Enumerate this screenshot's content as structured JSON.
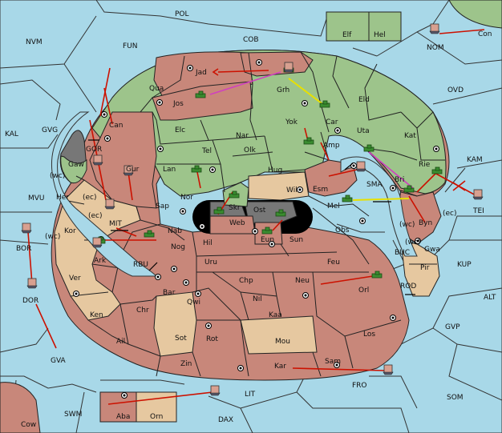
{
  "map_title": "",
  "sea_labels": [
    {
      "id": "POL",
      "text": "POL"
    },
    {
      "id": "NVM",
      "text": "NVM"
    },
    {
      "id": "FUN",
      "text": "FUN"
    },
    {
      "id": "COB",
      "text": "COB"
    },
    {
      "id": "Con",
      "text": "Con"
    },
    {
      "id": "NOM",
      "text": "NOM"
    },
    {
      "id": "OVD",
      "text": "OVD"
    },
    {
      "id": "KAL",
      "text": "KAL"
    },
    {
      "id": "GVG",
      "text": "GVG"
    },
    {
      "id": "KAM",
      "text": "KAM"
    },
    {
      "id": "MVU",
      "text": "MVU"
    },
    {
      "id": "SMA",
      "text": "SMA"
    },
    {
      "id": "TEI",
      "text": "TEI"
    },
    {
      "id": "MIT",
      "text": "MIT"
    },
    {
      "id": "BOR",
      "text": "BOR"
    },
    {
      "id": "RBU",
      "text": "RBU"
    },
    {
      "id": "BUC",
      "text": "BUC"
    },
    {
      "id": "KUP",
      "text": "KUP"
    },
    {
      "id": "DOR",
      "text": "DOR"
    },
    {
      "id": "ROD",
      "text": "ROD"
    },
    {
      "id": "ALT",
      "text": "ALT"
    },
    {
      "id": "GVP",
      "text": "GVP"
    },
    {
      "id": "GVA",
      "text": "GVA"
    },
    {
      "id": "FRO",
      "text": "FRO"
    },
    {
      "id": "SOM",
      "text": "SOM"
    },
    {
      "id": "SWM",
      "text": "SWM"
    },
    {
      "id": "LIT",
      "text": "LIT"
    },
    {
      "id": "DAX",
      "text": "DAX"
    },
    {
      "id": "Cow",
      "text": "Cow"
    },
    {
      "id": "GOR",
      "text": "GOR"
    }
  ],
  "land_labels": [
    {
      "id": "Elf",
      "text": "Elf"
    },
    {
      "id": "Hel",
      "text": "Hel"
    },
    {
      "id": "Jad",
      "text": "Jad"
    },
    {
      "id": "Qua",
      "text": "Qua"
    },
    {
      "id": "Jos",
      "text": "Jos"
    },
    {
      "id": "Grh",
      "text": "Grh"
    },
    {
      "id": "Eld",
      "text": "Eld"
    },
    {
      "id": "Can",
      "text": "Can"
    },
    {
      "id": "Yok",
      "text": "Yok"
    },
    {
      "id": "Car",
      "text": "Car"
    },
    {
      "id": "Elc",
      "text": "Elc"
    },
    {
      "id": "Nar",
      "text": "Nar"
    },
    {
      "id": "Uta",
      "text": "Uta"
    },
    {
      "id": "Kat",
      "text": "Kat"
    },
    {
      "id": "Tel",
      "text": "Tel"
    },
    {
      "id": "Olk",
      "text": "Olk"
    },
    {
      "id": "Amp",
      "text": "Amp"
    },
    {
      "id": "Gaw",
      "text": "Gaw"
    },
    {
      "id": "Gur",
      "text": "Gur"
    },
    {
      "id": "Lan",
      "text": "Lan"
    },
    {
      "id": "Hug",
      "text": "Hug"
    },
    {
      "id": "Rie",
      "text": "Rie"
    },
    {
      "id": "Wil",
      "text": "Wil"
    },
    {
      "id": "Esm",
      "text": "Esm"
    },
    {
      "id": "Nor",
      "text": "Nor"
    },
    {
      "id": "Bri",
      "text": "Bri"
    },
    {
      "id": "Her",
      "text": "Her"
    },
    {
      "id": "Sap",
      "text": "Sap"
    },
    {
      "id": "Skr",
      "text": "Skr"
    },
    {
      "id": "Ost",
      "text": "Ost"
    },
    {
      "id": "Mel",
      "text": "Mel"
    },
    {
      "id": "Web",
      "text": "Web"
    },
    {
      "id": "Byn",
      "text": "Byn"
    },
    {
      "id": "Kor",
      "text": "Kor"
    },
    {
      "id": "Nab",
      "text": "Nab"
    },
    {
      "id": "Obs",
      "text": "Obs"
    },
    {
      "id": "Eun",
      "text": "Eun"
    },
    {
      "id": "Sun",
      "text": "Sun"
    },
    {
      "id": "Hil",
      "text": "Hil"
    },
    {
      "id": "Gwa",
      "text": "Gwa"
    },
    {
      "id": "Ark",
      "text": "Ark"
    },
    {
      "id": "Nog",
      "text": "Nog"
    },
    {
      "id": "Pir",
      "text": "Pir"
    },
    {
      "id": "Uru",
      "text": "Uru"
    },
    {
      "id": "Feu",
      "text": "Feu"
    },
    {
      "id": "Ver",
      "text": "Ver"
    },
    {
      "id": "Chp",
      "text": "Chp"
    },
    {
      "id": "Neu",
      "text": "Neu"
    },
    {
      "id": "Bar",
      "text": "Bar"
    },
    {
      "id": "Orl",
      "text": "Orl"
    },
    {
      "id": "Nil",
      "text": "Nil"
    },
    {
      "id": "Qwi",
      "text": "Qwi"
    },
    {
      "id": "Chr",
      "text": "Chr"
    },
    {
      "id": "Ken",
      "text": "Ken"
    },
    {
      "id": "Kaa",
      "text": "Kaa"
    },
    {
      "id": "Los",
      "text": "Los"
    },
    {
      "id": "Sot",
      "text": "Sot"
    },
    {
      "id": "Rot",
      "text": "Rot"
    },
    {
      "id": "Mou",
      "text": "Mou"
    },
    {
      "id": "Ail",
      "text": "Ail"
    },
    {
      "id": "Zin",
      "text": "Zin"
    },
    {
      "id": "Kar",
      "text": "Kar"
    },
    {
      "id": "Sam",
      "text": "Sam"
    },
    {
      "id": "Aba",
      "text": "Aba"
    },
    {
      "id": "Orn",
      "text": "Orn"
    }
  ],
  "coast_labels": [
    {
      "id": "wc1",
      "text": "(wc)"
    },
    {
      "id": "ec1",
      "text": "(ec)"
    },
    {
      "id": "ec2",
      "text": "(ec)"
    },
    {
      "id": "wc2",
      "text": "(wc)"
    },
    {
      "id": "wc3",
      "text": "(wc)"
    },
    {
      "id": "ec3",
      "text": "(ec)"
    },
    {
      "id": "wc4",
      "text": "(wc)"
    }
  ],
  "colors": {
    "sea": "#a8d8e8",
    "green_power": "#9dc48b",
    "red_power": "#c8877a",
    "tan_power": "#e6c8a0",
    "neutral_grey": "#777777",
    "order_move": "#cc1100",
    "order_support": "#e8e000",
    "order_convoy": "#d040c0"
  }
}
